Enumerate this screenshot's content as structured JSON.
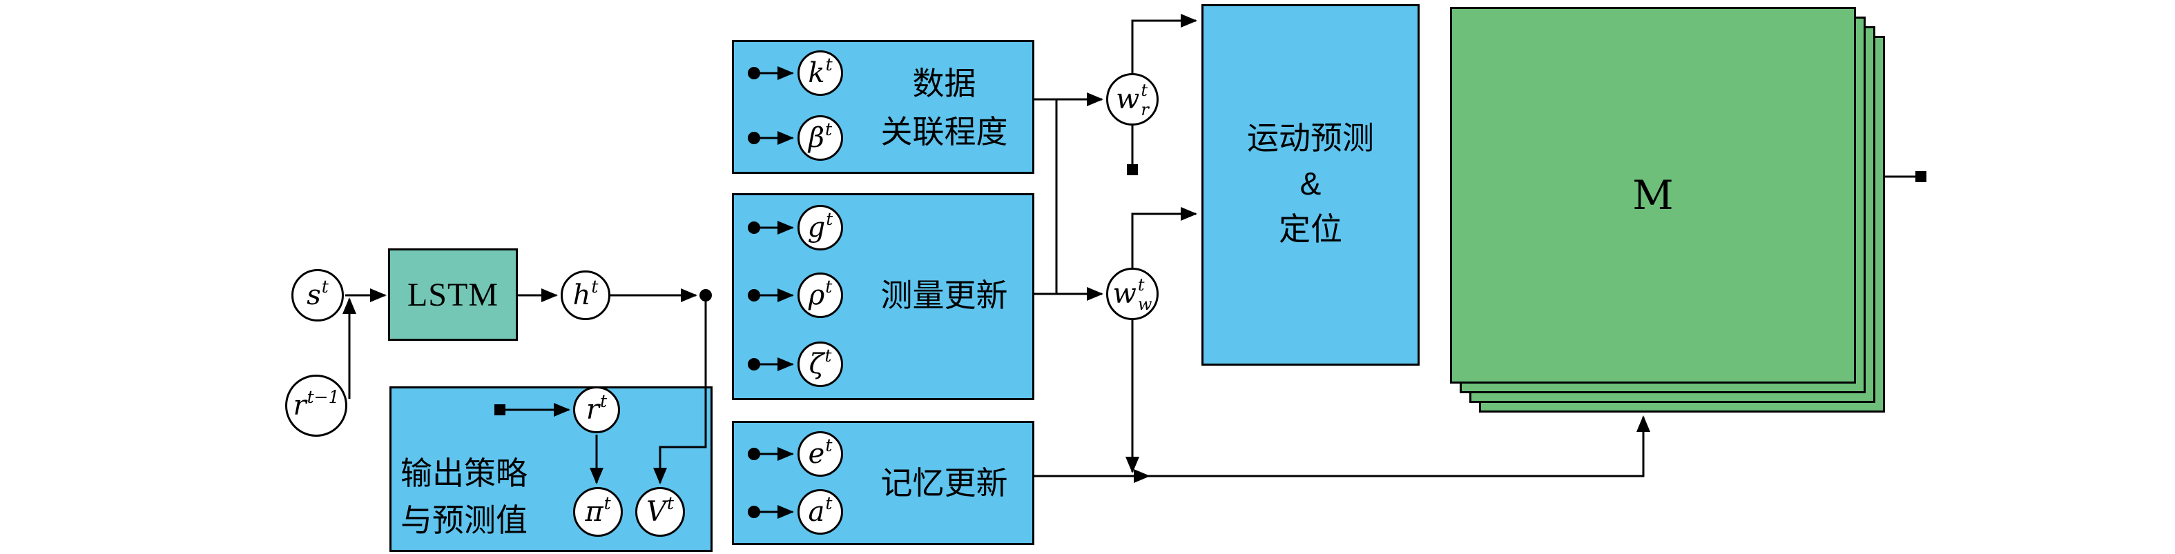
{
  "nodes": {
    "s": {
      "base": "s",
      "sup": "t"
    },
    "r_prev": {
      "base": "r",
      "sup": "t−1"
    },
    "lstm": {
      "label": "LSTM"
    },
    "h": {
      "base": "h",
      "sup": "t"
    },
    "k": {
      "base": "k",
      "sup": "t"
    },
    "beta": {
      "base": "β",
      "sup": "t"
    },
    "g": {
      "base": "g",
      "sup": "t"
    },
    "rho": {
      "base": "ρ",
      "sup": "t"
    },
    "zeta": {
      "base": "ζ",
      "sup": "t"
    },
    "e": {
      "base": "e",
      "sup": "t"
    },
    "a": {
      "base": "a",
      "sup": "t"
    },
    "r": {
      "base": "r",
      "sup": "t"
    },
    "pi": {
      "base": "π",
      "sup": "t"
    },
    "V": {
      "base": "V",
      "sup": "t"
    },
    "w_r": {
      "base": "w",
      "sup": "t",
      "sub": "r"
    },
    "w_w": {
      "base": "w",
      "sup": "t",
      "sub": "w"
    },
    "M": {
      "label": "M"
    }
  },
  "boxes": {
    "data_association": {
      "lines": [
        "数据",
        "关联程度"
      ]
    },
    "measurement_update": {
      "label": "测量更新"
    },
    "memory_update": {
      "label": "记忆更新"
    },
    "output_policy": {
      "lines": [
        "输出策略",
        "与预测值"
      ]
    },
    "motion_localization": {
      "lines": [
        "运动预测",
        "&",
        "定位"
      ]
    }
  },
  "colors": {
    "module_blue": "#5fc4ee",
    "lstm_teal": "#75c7b5",
    "memory_green": "#6dbf7a",
    "wire_black": "#000000",
    "node_white": "#ffffff"
  }
}
